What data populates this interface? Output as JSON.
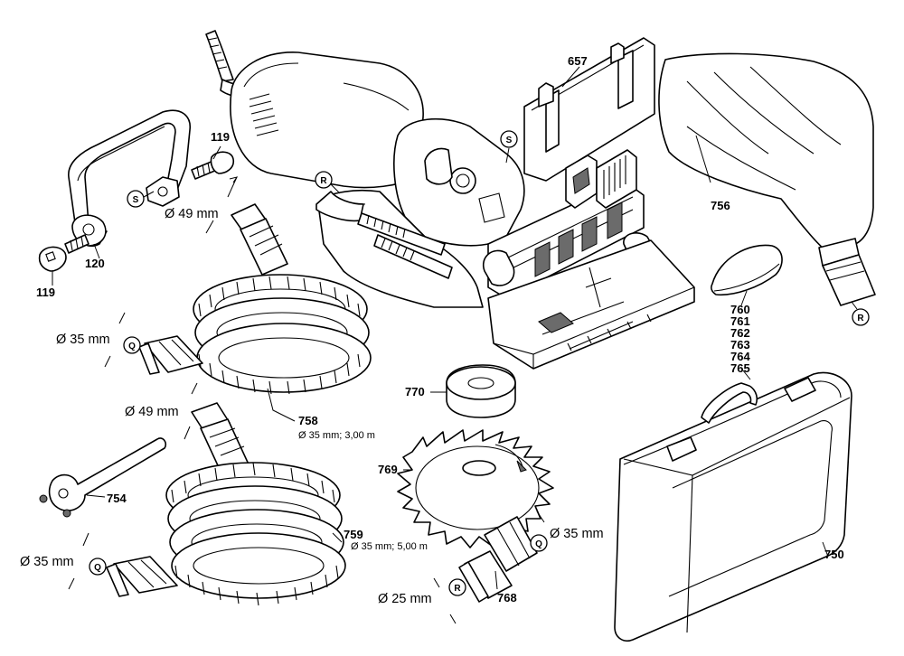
{
  "callouts": {
    "c657": "657",
    "c756": "756",
    "c119a": "119",
    "c119b": "119",
    "c120": "120",
    "c758": "758",
    "c754": "754",
    "c759": "759",
    "c770": "770",
    "c769": "769",
    "c768": "768",
    "c750": "750",
    "c760": "760",
    "c761": "761",
    "c762": "762",
    "c763": "763",
    "c764": "764",
    "c765": "765"
  },
  "specs": {
    "hose_758": "Ø 35 mm; 3,00 m",
    "hose_759": "Ø 35 mm; 5,00 m"
  },
  "dimensions": {
    "d49_top": "Ø 49 mm",
    "d35_top": "Ø 35 mm",
    "d49_mid": "Ø 49 mm",
    "d35_bottom": "Ø 35 mm",
    "d35_adapter": "Ø 35 mm",
    "d25_adapter": "Ø 25 mm"
  },
  "badges": {
    "s_clamp": "S",
    "s_plate": "S",
    "r_tool": "R",
    "r_bag": "R",
    "q_hose1": "Q",
    "q_hose2": "Q",
    "q_adapter": "Q",
    "r_adapter": "R"
  }
}
